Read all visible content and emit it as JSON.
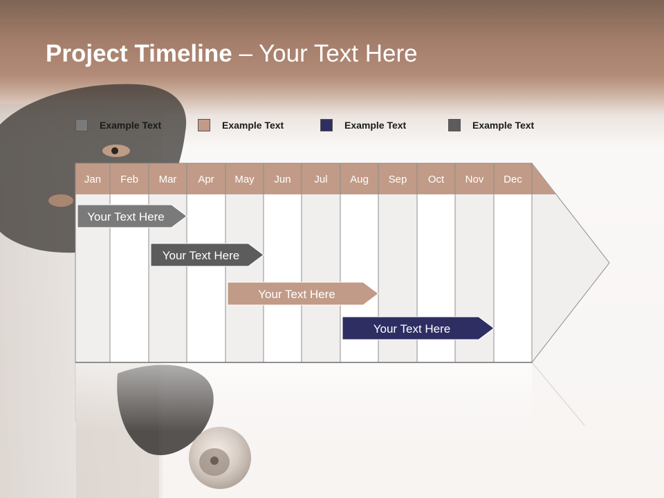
{
  "title": {
    "bold": "Project Timeline",
    "rest": " – Your Text Here"
  },
  "legend": [
    {
      "label": "Example Text",
      "color": "#7a7a7a"
    },
    {
      "label": "Example Text",
      "color": "#c19b87"
    },
    {
      "label": "Example Text",
      "color": "#2e2e63"
    },
    {
      "label": "Example Text",
      "color": "#5c5c5c"
    }
  ],
  "timeline": {
    "months": [
      "Jan",
      "Feb",
      "Mar",
      "Apr",
      "May",
      "Jun",
      "Jul",
      "Aug",
      "Sep",
      "Oct",
      "Nov",
      "Dec"
    ],
    "header_color": "#c19b87",
    "tasks": [
      {
        "label": "Your  Text Here",
        "start_month": 1.0,
        "end_month": 4.0,
        "color": "#7a7a7a"
      },
      {
        "label": "Your  Text Here",
        "start_month": 3.0,
        "end_month": 6.0,
        "color": "#5c5c5c"
      },
      {
        "label": "Your  Text Here",
        "start_month": 5.0,
        "end_month": 9.0,
        "color": "#c19b87"
      },
      {
        "label": "Your  Text Here",
        "start_month": 8.0,
        "end_month": 12.0,
        "color": "#2e2e63"
      }
    ]
  }
}
